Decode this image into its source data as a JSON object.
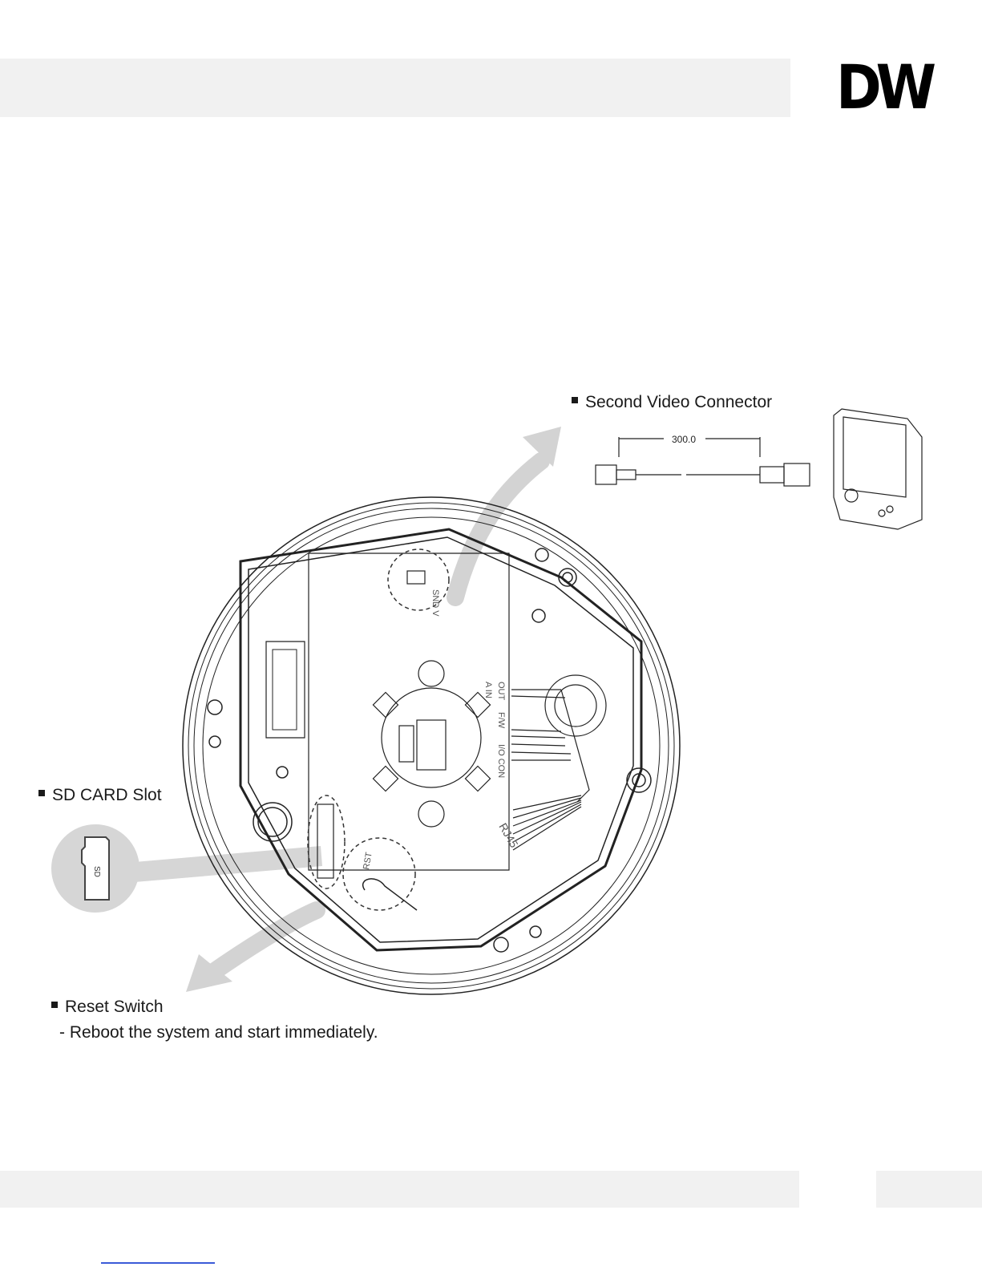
{
  "header": {
    "logo_text": "DW"
  },
  "callouts": {
    "second_video": {
      "title": "Second Video Connector",
      "dimension": "300.0"
    },
    "sd_card": {
      "title": "SD CARD Slot"
    },
    "reset": {
      "title": "Reset Switch",
      "description": "- Reboot the system and start immediately."
    }
  },
  "board_labels": {
    "snd_v": "SND V",
    "a_in": "A IN",
    "out": "OUT",
    "fw": "F/W",
    "io_con": "I/O CON",
    "rj45": "RJ45",
    "rst": "RST",
    "sd_card_text": "SD"
  },
  "colors": {
    "band": "#f1f1f1",
    "arrow": "#d0d0d0",
    "line": "#222222",
    "link": "#3b5bd8"
  }
}
